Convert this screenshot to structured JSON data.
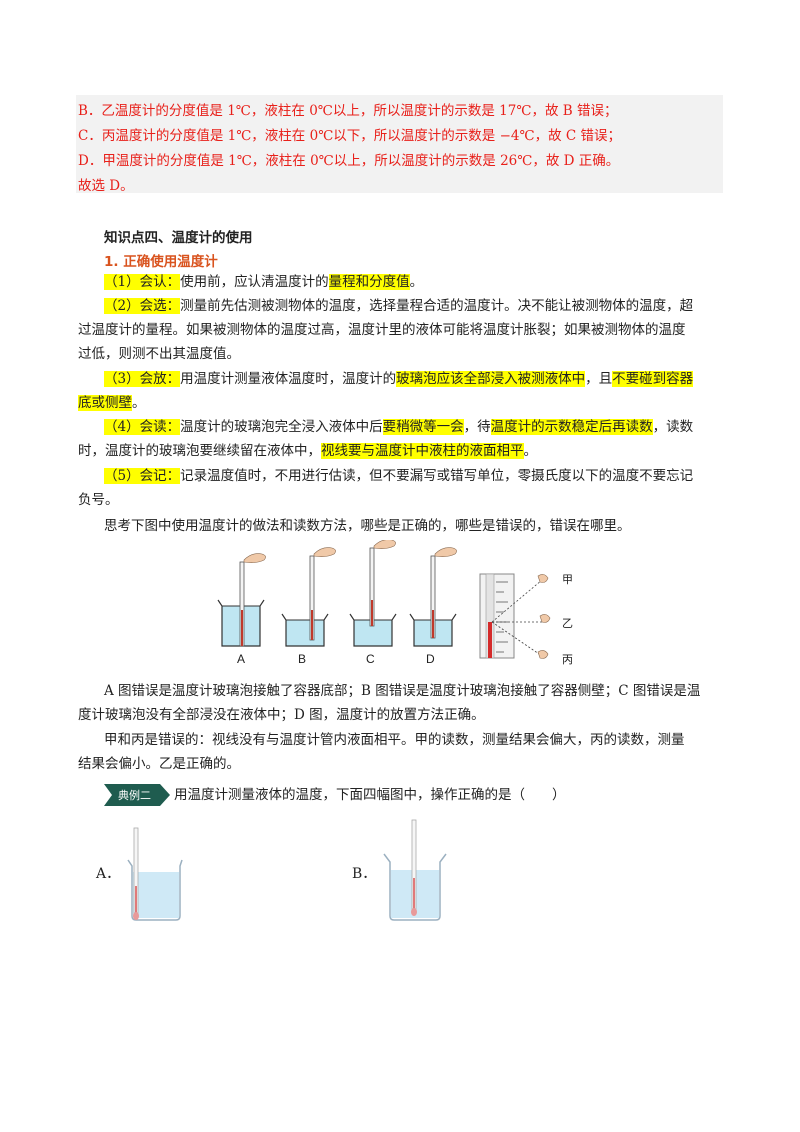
{
  "answer": {
    "line_b": "B．乙温度计的分度值是 1℃，液柱在 0℃以上，所以温度计的示数是 17℃，故 B 错误；",
    "line_c": "C．丙温度计的分度值是 1℃，液柱在 0℃以下，所以温度计的示数是 −4℃，故 C 错误；",
    "line_d": "D．甲温度计的分度值是 1℃，液柱在 0℃以上，所以温度计的示数是 26℃，故 D 正确。",
    "conclusion": "故选 D。"
  },
  "section": {
    "title": "知识点四、温度计的使用",
    "subtitle": "1. 正确使用温度计"
  },
  "rules": {
    "r1_label": "（1）会认：",
    "r1_text": "使用前，应认清温度计的",
    "r1_hl": "量程和分度值",
    "r1_end": "。",
    "r2_label": "（2）会选：",
    "r2_text1": "测量前先估测被测物体的温度，选择量程合适的温度计。决不能让被测物体的温度，超",
    "r2_text2": "过温度计的量程。如果被测物体的温度过高，温度计里的液体可能将温度计胀裂；如果被测物体的温度",
    "r2_text3": "过低，则测不出其温度值。",
    "r3_label": "（3）会放：",
    "r3_text": "用温度计测量液体温度时，温度计的",
    "r3_hl1": "玻璃泡应该全部浸入被测液体中",
    "r3_mid": "，且",
    "r3_hl2a": "不要碰到容器",
    "r3_hl2b": "底或侧壁",
    "r3_end": "。",
    "r4_label": "（4）会读：",
    "r4_text": "温度计的玻璃泡完全浸入液体中后",
    "r4_hl1": "要稍微等一会",
    "r4_mid": "，待",
    "r4_hl2": "温度计的示数稳定后再读数",
    "r4_end": "，读数",
    "r4_line2": "时，温度计的玻璃泡要继续留在液体中，",
    "r4_hl3": "视线要与温度计中液柱的液面相平",
    "r4_end2": "。",
    "r5_label": "（5）会记：",
    "r5_text": "记录温度值时，不用进行估读，但不要漏写或错写单位，零摄氏度以下的温度不要忘记",
    "r5_line2": "负号。"
  },
  "think": "思考下图中使用温度计的做法和读数方法，哪些是正确的，哪些是错误的，错误在哪里。",
  "figure": {
    "beakers": [
      "A",
      "B",
      "C",
      "D"
    ],
    "views": [
      "甲",
      "乙",
      "丙"
    ]
  },
  "explain": {
    "p1_line1": "A 图错误是温度计玻璃泡接触了容器底部；B 图错误是温度计玻璃泡接触了容器侧壁；C 图错误是温",
    "p1_line2": "度计玻璃泡没有全部浸没在液体中；D 图，温度计的放置方法正确。",
    "p2_line1": "甲和丙是错误的：视线没有与温度计管内液面相平。甲的读数，测量结果会偏大，丙的读数，测量",
    "p2_line2": "结果会偏小。乙是正确的。"
  },
  "example": {
    "tag": "典例二",
    "question": "用温度计测量液体的温度，下面四幅图中，操作正确的是（　　）",
    "options": [
      "A．",
      "B．"
    ]
  },
  "colors": {
    "answer_red": "#e8201a",
    "subtitle_orange": "#d9531e",
    "highlight": "#ffff00",
    "tag_green": "#1f5c4f"
  }
}
